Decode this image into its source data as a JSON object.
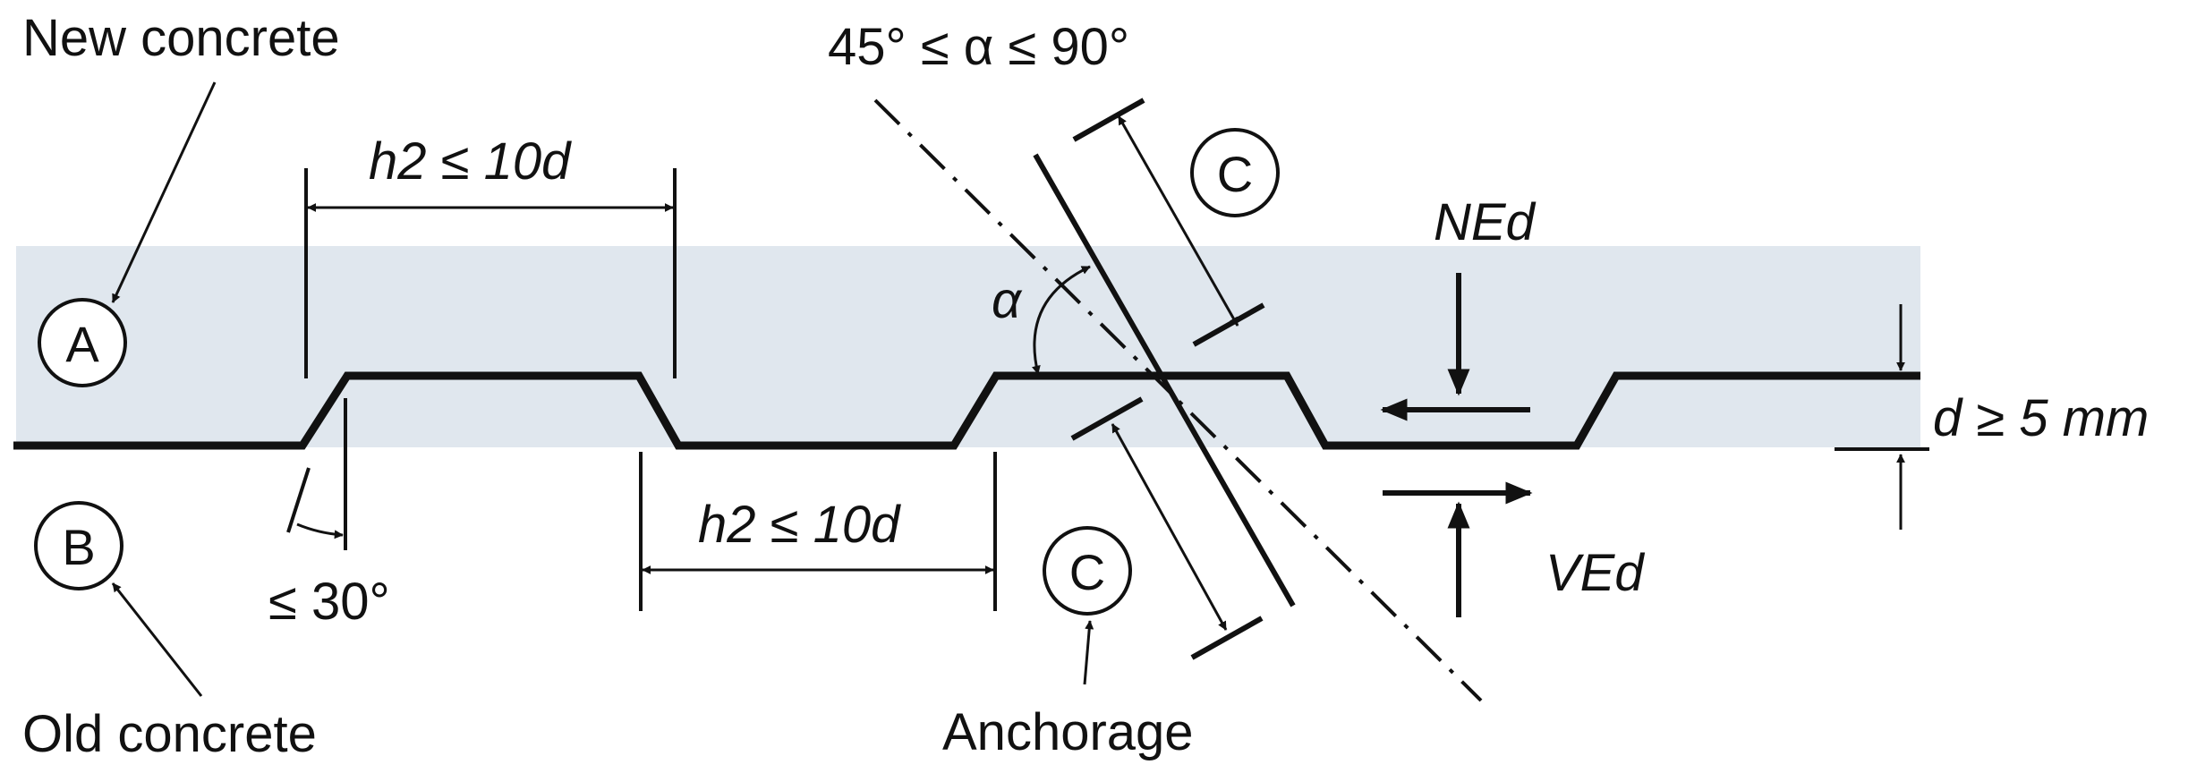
{
  "labels": {
    "new_concrete": "New concrete",
    "old_concrete": "Old concrete",
    "anchorage": "Anchorage",
    "angle_range": "45° ≤ α ≤ 90°",
    "alpha": "α",
    "h2_constraint_a": "h2 ≤ 10d",
    "h2_constraint_b": "h2 ≤ 10d",
    "slope_limit": "≤ 30°",
    "depth_constraint": "d ≥ 5 mm",
    "normal_force": "NEd",
    "shear_force": "VEd"
  },
  "markers": {
    "a": "A",
    "b": "B",
    "c_top": "C",
    "c_bottom": "C"
  },
  "colors": {
    "new_concrete_fill": "#e0e7ee",
    "line": "#111111"
  }
}
